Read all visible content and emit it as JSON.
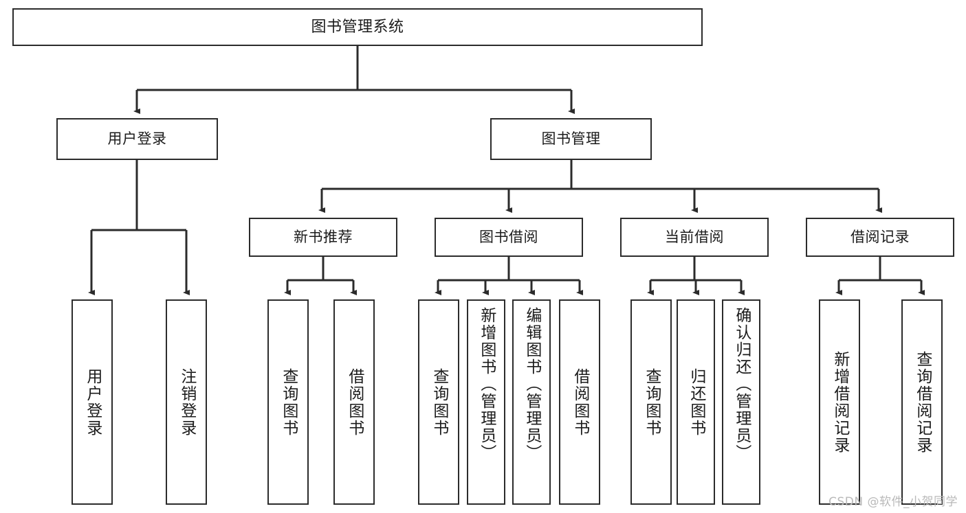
{
  "diagram": {
    "type": "tree",
    "title": "图书管理系统",
    "root": {
      "id": "root",
      "label": "图书管理系统"
    },
    "level2": [
      {
        "id": "user-login",
        "label": "用户登录"
      },
      {
        "id": "book-manage",
        "label": "图书管理"
      }
    ],
    "level3": [
      {
        "id": "new-book-rec",
        "label": "新书推荐"
      },
      {
        "id": "book-borrow",
        "label": "图书借阅"
      },
      {
        "id": "current-borrow",
        "label": "当前借阅"
      },
      {
        "id": "borrow-record",
        "label": "借阅记录"
      }
    ],
    "leaves": [
      {
        "id": "leaf-user-login",
        "label": "用户登录"
      },
      {
        "id": "leaf-user-logout",
        "label": "注销登录"
      },
      {
        "id": "leaf-query-book-1",
        "label": "查询图书"
      },
      {
        "id": "leaf-borrow-book-1",
        "label": "借阅图书"
      },
      {
        "id": "leaf-query-book-2",
        "label": "查询图书"
      },
      {
        "id": "leaf-add-book",
        "label": "新增图书（管理员）"
      },
      {
        "id": "leaf-edit-book",
        "label": "编辑图书（管理员）"
      },
      {
        "id": "leaf-borrow-book-2",
        "label": "借阅图书"
      },
      {
        "id": "leaf-query-book-3",
        "label": "查询图书"
      },
      {
        "id": "leaf-return-book",
        "label": "归还图书"
      },
      {
        "id": "leaf-confirm-return",
        "label": "确认归还（管理员）"
      },
      {
        "id": "leaf-add-record",
        "label": "新增借阅记录"
      },
      {
        "id": "leaf-query-record",
        "label": "查询借阅记录"
      }
    ]
  },
  "watermark": {
    "text": "CSDN @软件_小贺同学"
  },
  "colors": {
    "background": "#ffffff",
    "stroke": "#2b2b2b",
    "text": "#1b1b1b",
    "watermark": "#b9b9b9"
  }
}
